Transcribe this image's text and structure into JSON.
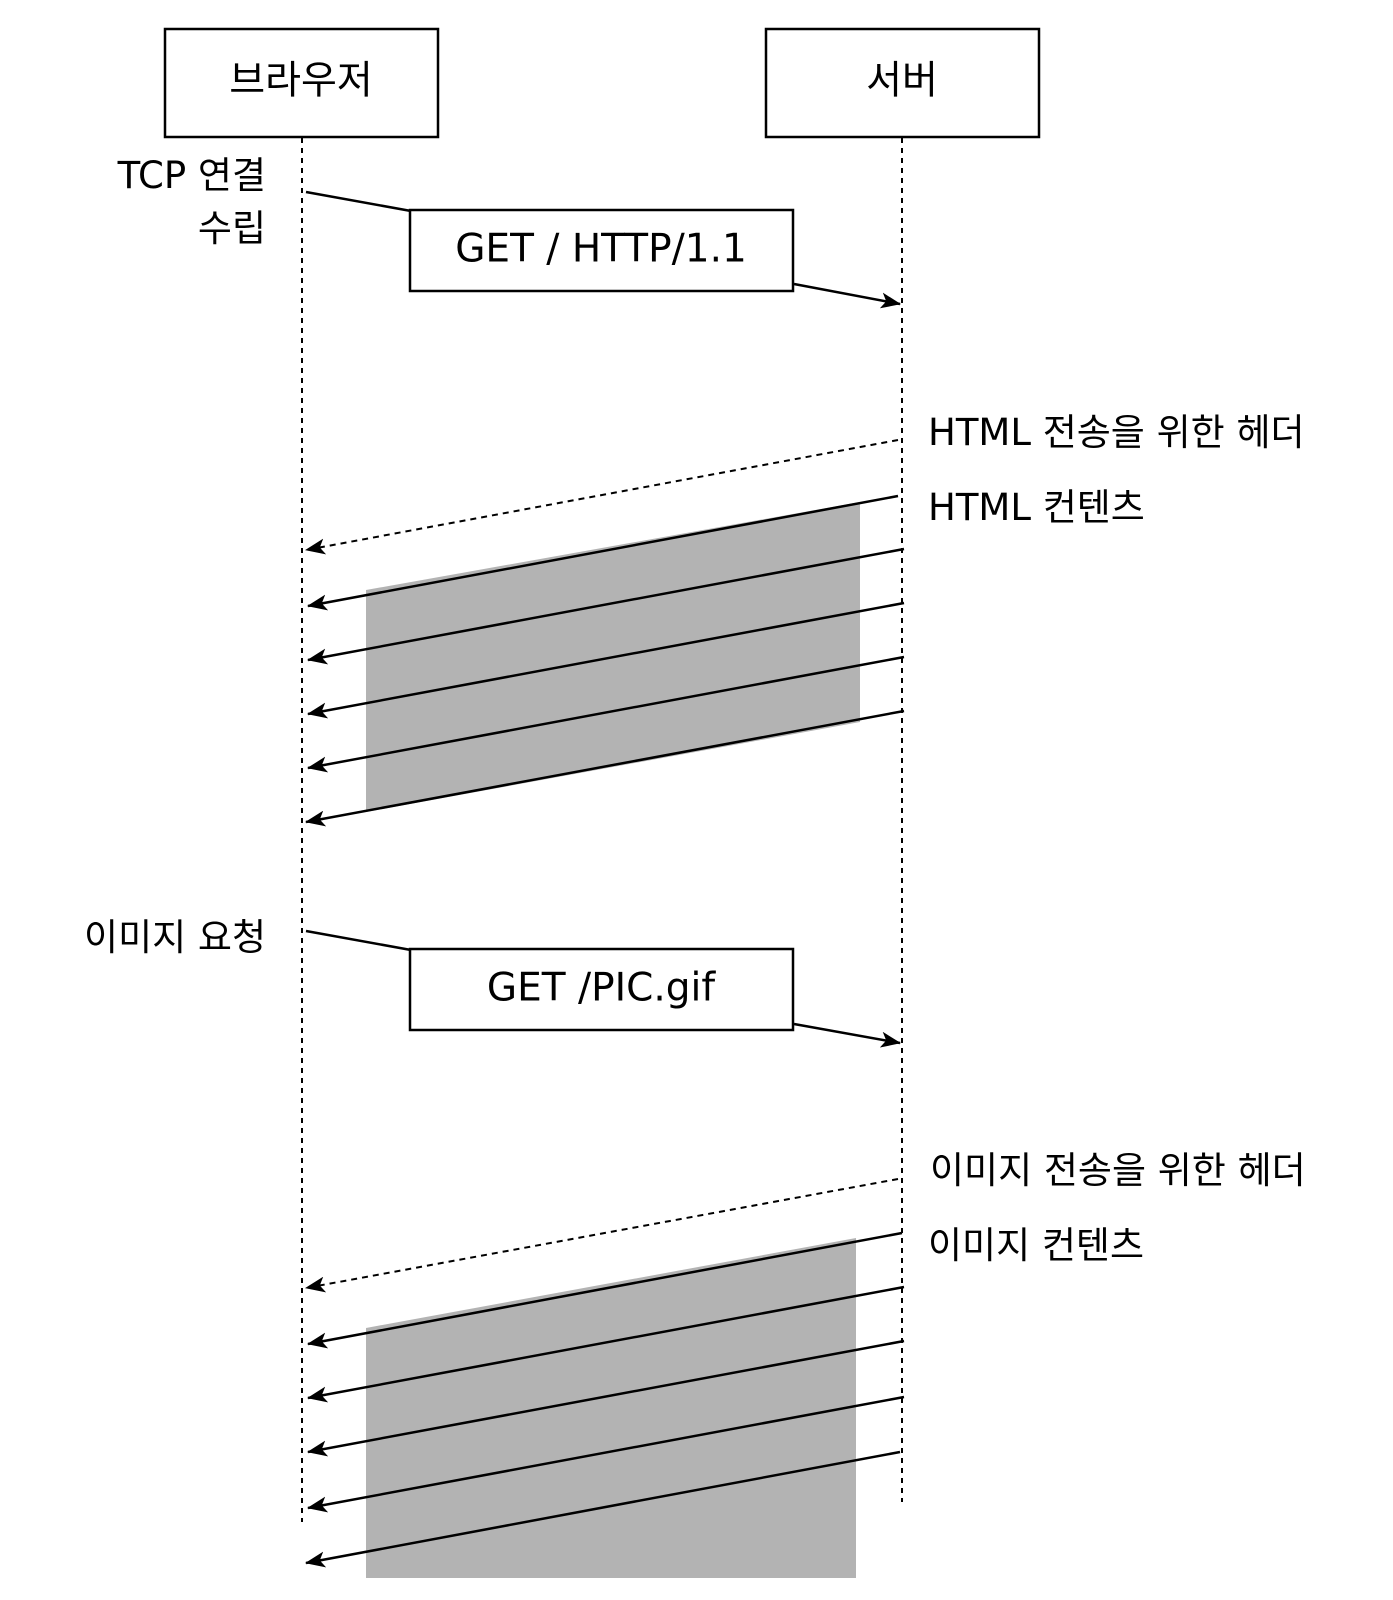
{
  "participants": {
    "browser": "브라우저",
    "server": "서버"
  },
  "request1": {
    "note_line1": "TCP 연결",
    "note_line2": "수립",
    "message": "GET / HTTP/1.1"
  },
  "response1": {
    "header_label": "HTML 전송을 위한 헤더",
    "content_label": "HTML 컨텐츠"
  },
  "request2": {
    "note": "이미지 요청",
    "message": "GET /PIC.gif"
  },
  "response2": {
    "header_label": "이미지 전송을 위한 헤더",
    "content_label": "이미지 컨텐츠"
  },
  "colors": {
    "line": "#000000",
    "shade": "#b3b3b3",
    "background": "#ffffff"
  },
  "packets_per_response": 5
}
